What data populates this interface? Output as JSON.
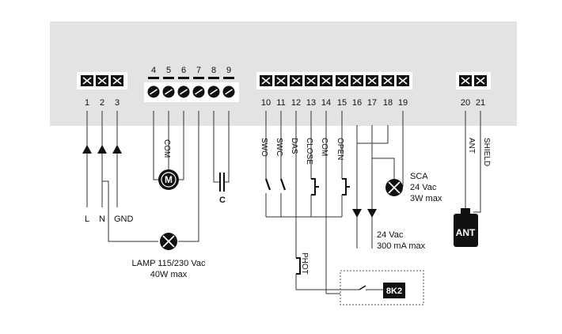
{
  "terminal_blocks": [
    {
      "numbers": [
        "1",
        "2",
        "3"
      ]
    },
    {
      "numbers": [
        "4",
        "5",
        "6",
        "7",
        "8",
        "9"
      ]
    },
    {
      "numbers": [
        "10",
        "11",
        "12",
        "13",
        "14",
        "15",
        "16",
        "17",
        "18",
        "19"
      ]
    },
    {
      "numbers": [
        "20",
        "21"
      ]
    }
  ],
  "supply": {
    "l": "L",
    "n": "N",
    "gnd": "GND"
  },
  "motor": {
    "com": "COM",
    "symbol": "M"
  },
  "capacitor": {
    "label": "C"
  },
  "lamp": {
    "line1": "LAMP 115/230 Vac",
    "line2": "40W max"
  },
  "inputs": {
    "swo": "SWO",
    "swc": "SWC",
    "das": "DAS",
    "close": "CLOSE",
    "com": "COM",
    "open": "OPEN"
  },
  "sca": {
    "title": "SCA",
    "line1": "24 Vac",
    "line2": "3W max"
  },
  "accessories": {
    "line1": "24 Vac",
    "line2": "300 mA max"
  },
  "phot": {
    "label": "PHOT"
  },
  "safety_edge": {
    "label": "8K2"
  },
  "antenna": {
    "ant_wire": "ANT",
    "shield_wire": "SHIELD",
    "box": "ANT"
  }
}
